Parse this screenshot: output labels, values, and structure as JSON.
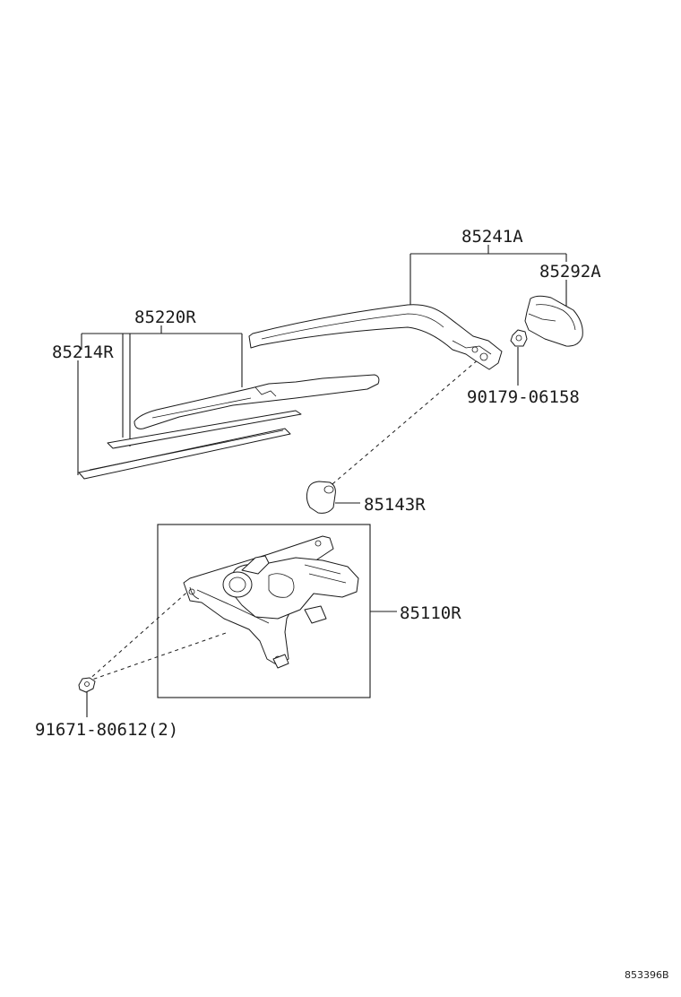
{
  "parts": {
    "arm_assembly": "85241A",
    "arm_cover": "85292A",
    "nut": "90179-06158",
    "blade": "85220R",
    "blade_rubber": "85214R",
    "pivot_cap": "85143R",
    "motor_assembly": "85110R",
    "bolt": "91671-80612(2)"
  },
  "diagram_code": "853396B"
}
